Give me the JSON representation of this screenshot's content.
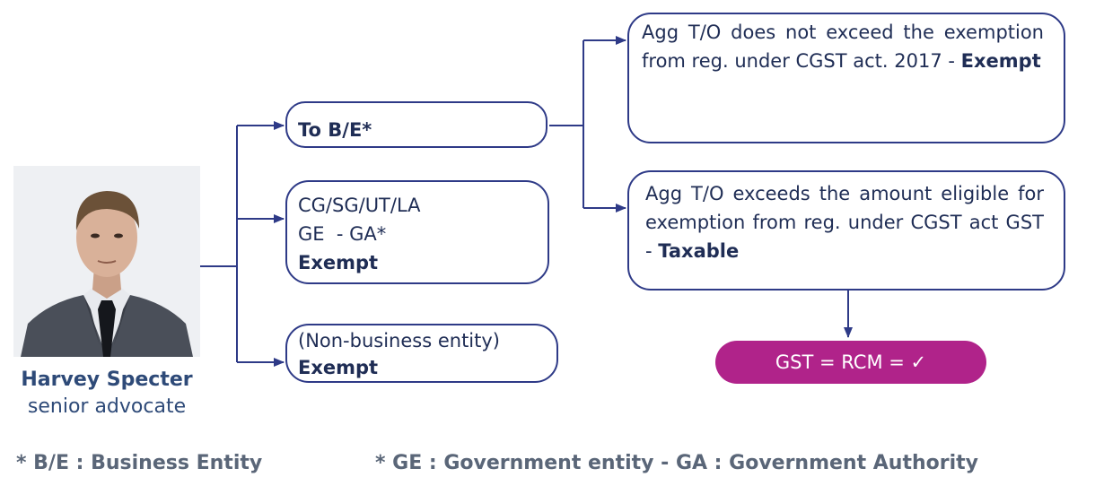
{
  "person": {
    "name": "Harvey Specter",
    "role": "senior advocate"
  },
  "branches": {
    "to_be": "To B/E*",
    "gov": {
      "line1": "CG/SG/UT/LA",
      "line2": "GE  - GA*",
      "line3": "Exempt"
    },
    "nonbiz": {
      "line1": "(Non-business entity)",
      "line2": "Exempt"
    }
  },
  "outcomes": {
    "not_exceed": {
      "text": "Agg T/O does not exceed the exemption from reg. under CGST act. 2017 -",
      "result": "Exempt"
    },
    "exceeds": {
      "text": "Agg T/O exceeds the amount eligible for exemption from reg. under CGST act GST -",
      "result": "Taxable"
    },
    "gst": "GST = RCM = ✓"
  },
  "footnotes": {
    "be": "* B/E : Business Entity",
    "ge": "* GE : Government entity  - GA : Government Authority"
  },
  "colors": {
    "connector": "#2e3a87",
    "box_border": "#2e3a87",
    "pill": "#b0238a",
    "text": "#1f2d55"
  }
}
